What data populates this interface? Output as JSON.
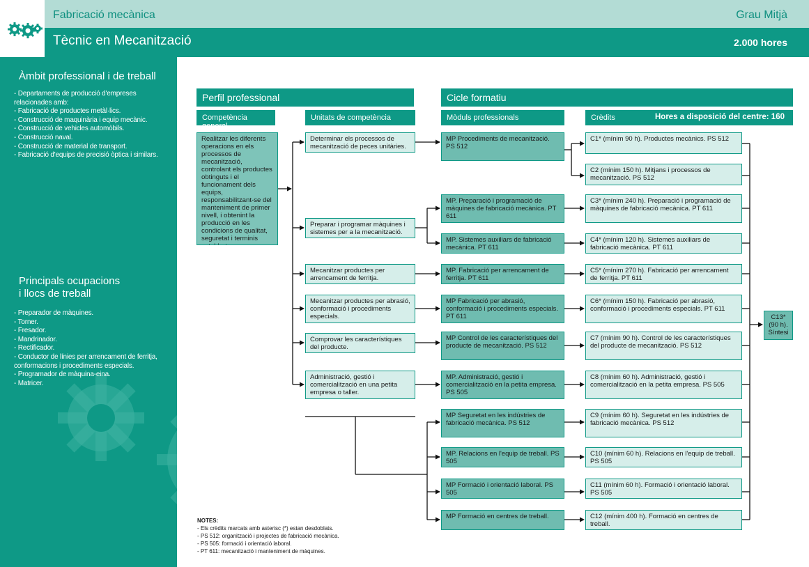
{
  "header": {
    "family": "Fabricació mecànica",
    "level": "Grau Mitjà",
    "title": "Tècnic en Mecanització",
    "hours": "2.000 hores"
  },
  "sidebar": {
    "ambit_title": "Àmbit professional i de treball",
    "ambit_items": [
      "- Departaments de producció d'empreses relacionades amb:",
      "- Fabricació de productes metàl·lics.",
      "- Construcció de maquinària i equip mecànic.",
      "- Construcció de vehicles automòbils.",
      "- Construcció naval.",
      "- Construcció de material de transport.",
      "- Fabricació d'equips de precisió òptica i similars."
    ],
    "ocup_title_1": "Principals ocupacions",
    "ocup_title_2": "i llocs de treball",
    "ocup_items": [
      "- Preparador de màquines.",
      "- Torner.",
      "- Fresador.",
      "- Mandrinador.",
      "- Rectificador.",
      "- Conductor de línies per arrencament de ferritja, conformacions i procediments especials.",
      "- Programador de màquina-eina.",
      "- Matricer."
    ]
  },
  "perfil": {
    "title": "Perfil professional",
    "competencia_label": "Competència general",
    "unitats_label": "Unitats de competència",
    "competencia_text": "Realitzar les diferents operacions en els processos de mecanització, controlant els productes obtinguts i el funcionament dels equips, responsabilitzant-se del manteniment de primer nivell, i obtenint la producció en les condicions de qualitat, seguretat i terminis establerts.",
    "unitats": [
      "Determinar els processos de mecanització de peces unitàries.",
      "Preparar i programar màquines i sistemes per a la mecanització.",
      "Mecanitzar productes per arrencament de ferritja.",
      "Mecanitzar productes per abrasió, conformació i procediments especials.",
      "Comprovar les característiques del producte.",
      "Administració, gestió i comercialització en una petita empresa o taller."
    ]
  },
  "cicle": {
    "title": "Cicle formatiu",
    "moduls_label": "Mòduls professionals",
    "credits_label": "Crèdits",
    "hores_centre": "Hores a disposició del centre: 160",
    "moduls": [
      "MP Procediments de mecanització. PS 512",
      "MP. Preparació i programació de màquines de fabricació mecànica. PT 611",
      "MP. Sistemes auxiliars de fabricació mecànica. PT 611",
      "MP. Fabricació per arrencament de ferritja. PT 611",
      "MP Fabricació per abrasió, conformació i procediments especials. PT 611",
      "MP Control de les característiques del producte de mecanització. PS 512",
      "MP. Administració, gestió i comercialització en la petita empresa. PS 505",
      "MP Seguretat en les indústries de fabricació mecànica. PS 512",
      "MP. Relacions en l'equip de treball. PS 505",
      "MP Formació i orientació laboral. PS 505",
      "MP Formació en centres de treball."
    ],
    "credits": [
      "C1* (mínim 90 h). Productes mecànics. PS 512",
      "C2 (mínim 150 h). Mitjans i processos de mecanització. PS 512",
      "C3* (mínim 240 h). Preparació i programació de màquines de fabricació mecànica. PT 611",
      "C4* (mínim 120 h). Sistemes auxiliars de fabricació mecànica. PT 611",
      "C5* (mínim 270 h). Fabricació per arrencament de ferritja. PT 611",
      "C6* (mínim 150 h). Fabricació per abrasió, conformació i procediments especials. PT 611",
      "C7 (mínim 90 h). Control de les característiques del producte de mecanització. PS 512",
      "C8 (mínim 60 h). Administració, gestió i comercialització en la petita empresa. PS 505",
      "C9 (mínim 60 h). Seguretat en les indústries de fabricació mecànica. PS 512",
      "C10 (mínim 60 h). Relacions en l'equip de treball. PS 505",
      "C11 (mínim 60 h). Formació i orientació laboral. PS 505",
      "C12 (mínim 400 h). Formació en centres de treball."
    ],
    "final_credit": "C13* (90 h). Síntesi"
  },
  "notes": {
    "title": "NOTES:",
    "items": [
      "- Els crèdits marcats amb asterisc (*) estan desdoblats.",
      "- PS 512: organització i projectes de fabricació mecànica.",
      "- PS 505: formació i orientació laboral.",
      "- PT 611: mecanització i manteniment de màquines."
    ]
  },
  "colors": {
    "accent": "#0e9986",
    "header_light": "#b3dcd5",
    "box_light": "#d6eeea",
    "box_mid": "#6fbcb0"
  }
}
